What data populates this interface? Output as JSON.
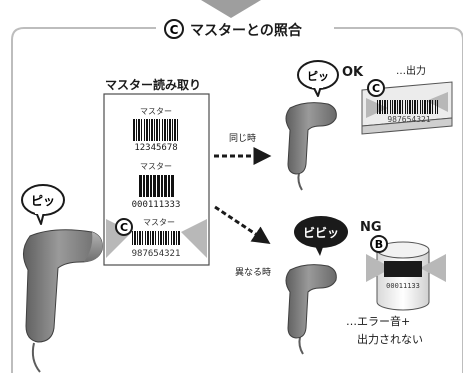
{
  "header": {
    "badge_letter": "C",
    "title": "マスターとの照合"
  },
  "master_card": {
    "title": "マスター読み取り",
    "entries": [
      {
        "label": "マスター",
        "code": "12345678"
      },
      {
        "label": "マスター",
        "code": "000111333"
      },
      {
        "badge": "C",
        "label": "マスター",
        "code": "987654321"
      }
    ]
  },
  "left_scanner": {
    "bubble": "ピッ"
  },
  "same_case": {
    "arrow_label": "同じ時",
    "bubble": "ピッ",
    "status": "OK",
    "note": "…出力",
    "item_badge": "C",
    "item_code": "987654321"
  },
  "diff_case": {
    "arrow_label": "異なる時",
    "bubble": "ビビッ",
    "status": "NG",
    "item_badge": "B",
    "item_code": "00011133",
    "note_lines": [
      "…エラー音+",
      "出力されない"
    ]
  },
  "colors": {
    "frame": "#bdbdbd",
    "arrow": "#1a1a1a",
    "badge_ring": "#1a1a1a",
    "gray_arrow": "#a8a8a8",
    "scanner_body": "#8c8c8c",
    "ng_bubble": "#1a1a1a"
  }
}
